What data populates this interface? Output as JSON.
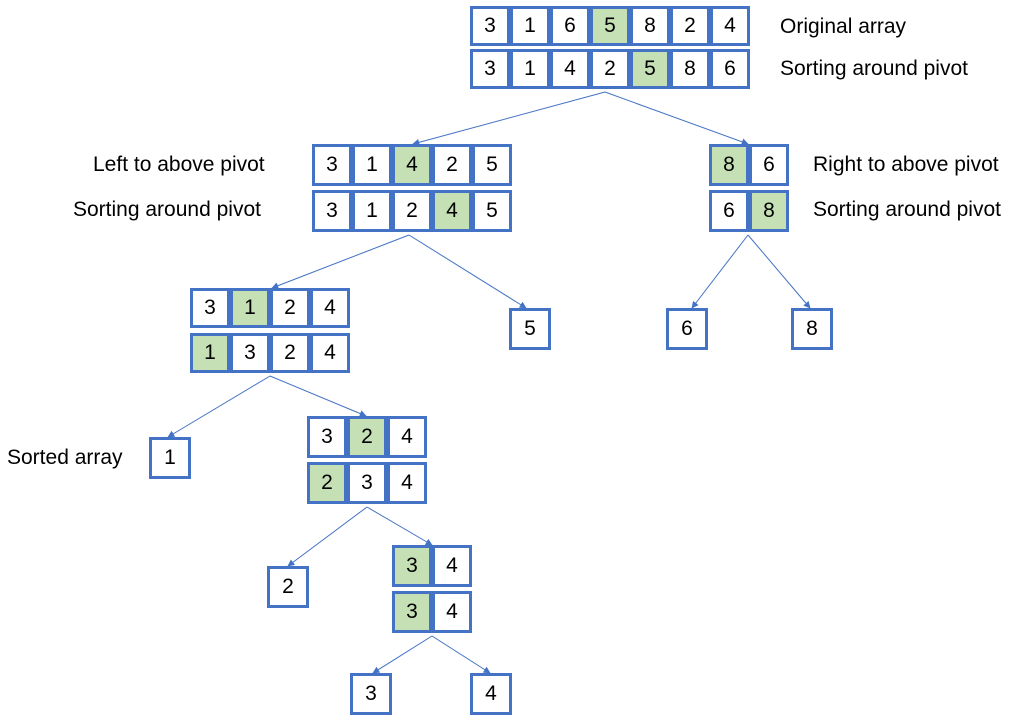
{
  "colors": {
    "border": "#4472C4",
    "pivot_fill": "#C5E0B4",
    "edge": "#4472C4",
    "text": "#000000"
  },
  "labels": {
    "original": "Original array",
    "sort_root": "Sorting around pivot",
    "left_above": "Left to above pivot",
    "sort_left": "Sorting around pivot",
    "right_above": "Right to above pivot",
    "sort_right": "Sorting around pivot",
    "sorted": "Sorted array"
  },
  "arrays": {
    "root_original": {
      "values": [
        "3",
        "1",
        "6",
        "5",
        "8",
        "2",
        "4"
      ],
      "pivot": 3
    },
    "root_sorted": {
      "values": [
        "3",
        "1",
        "4",
        "2",
        "5",
        "8",
        "6"
      ],
      "pivot": 4
    },
    "left_original": {
      "values": [
        "3",
        "1",
        "4",
        "2",
        "5"
      ],
      "pivot": 2
    },
    "left_sorted": {
      "values": [
        "3",
        "1",
        "2",
        "4",
        "5"
      ],
      "pivot": 3
    },
    "right_original": {
      "values": [
        "8",
        "6"
      ],
      "pivot": 0
    },
    "right_sorted": {
      "values": [
        "6",
        "8"
      ],
      "pivot": 1
    },
    "ll_original": {
      "values": [
        "3",
        "1",
        "2",
        "4"
      ],
      "pivot": 1
    },
    "ll_sorted": {
      "values": [
        "1",
        "3",
        "2",
        "4"
      ],
      "pivot": 0
    },
    "leaf_5": {
      "values": [
        "5"
      ],
      "pivot": -1
    },
    "leaf_6": {
      "values": [
        "6"
      ],
      "pivot": -1
    },
    "leaf_8": {
      "values": [
        "8"
      ],
      "pivot": -1
    },
    "leaf_1": {
      "values": [
        "1"
      ],
      "pivot": -1
    },
    "l3_original": {
      "values": [
        "3",
        "2",
        "4"
      ],
      "pivot": 1
    },
    "l3_sorted": {
      "values": [
        "2",
        "3",
        "4"
      ],
      "pivot": 0
    },
    "leaf_2": {
      "values": [
        "2"
      ],
      "pivot": -1
    },
    "l4_original": {
      "values": [
        "3",
        "4"
      ],
      "pivot": 0
    },
    "l4_sorted": {
      "values": [
        "3",
        "4"
      ],
      "pivot": 0
    },
    "leaf_3": {
      "values": [
        "3"
      ],
      "pivot": -1
    },
    "leaf_4": {
      "values": [
        "4"
      ],
      "pivot": -1
    }
  }
}
